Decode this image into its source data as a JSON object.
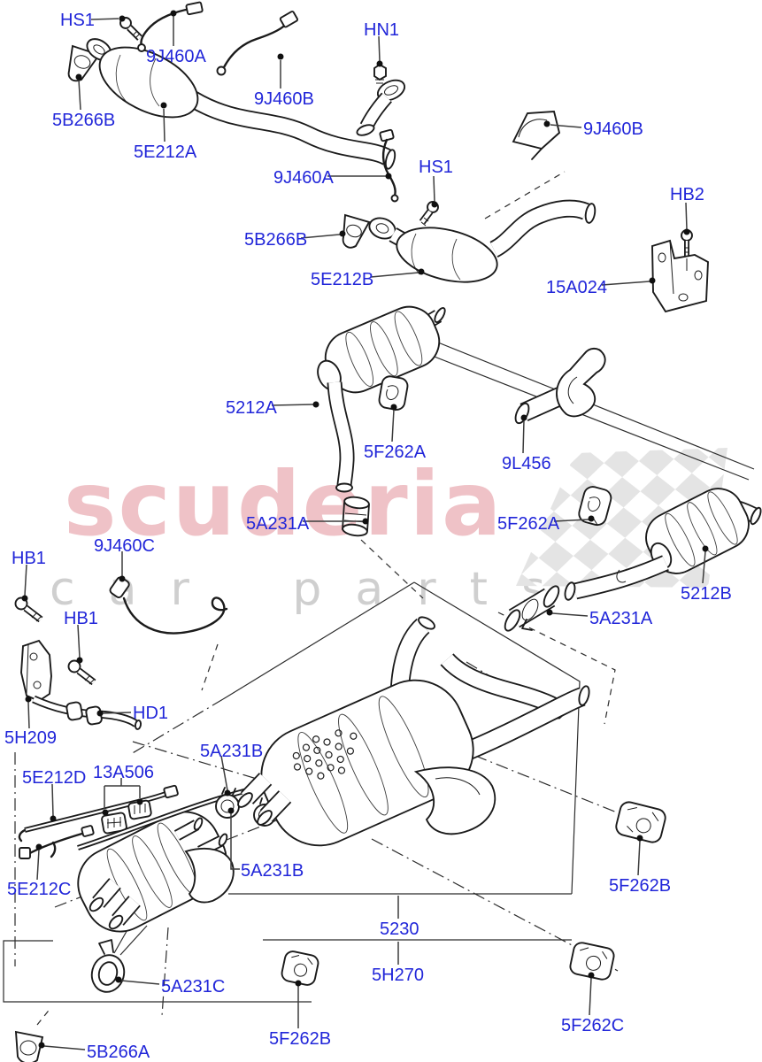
{
  "watermark": {
    "brand": "scuderia",
    "sub": "car parts"
  },
  "colors": {
    "label_blue": "#2126d9",
    "line_black": "#1b1b1b",
    "watermark_pink": "rgba(203,52,68,0.30)",
    "watermark_gray": "#cfcfcf",
    "checker_gray": "#e4e4e4",
    "background": "#ffffff"
  },
  "labels": [
    {
      "id": "hs1-front-left",
      "text": "HS1"
    },
    {
      "id": "9j460a-front-left",
      "text": "9J460A"
    },
    {
      "id": "9j460b-front-left",
      "text": "9J460B"
    },
    {
      "id": "5b266b-front-left",
      "text": "5B266B"
    },
    {
      "id": "5e212a",
      "text": "5E212A"
    },
    {
      "id": "9j460a-right",
      "text": "9J460A"
    },
    {
      "id": "hn1",
      "text": "HN1"
    },
    {
      "id": "9j460b-right",
      "text": "9J460B"
    },
    {
      "id": "hs1-right",
      "text": "HS1"
    },
    {
      "id": "hb2",
      "text": "HB2"
    },
    {
      "id": "5b266b-right",
      "text": "5B266B"
    },
    {
      "id": "5e212b",
      "text": "5E212B"
    },
    {
      "id": "15a024",
      "text": "15A024"
    },
    {
      "id": "5212a",
      "text": "5212A"
    },
    {
      "id": "5f262a-left",
      "text": "5F262A"
    },
    {
      "id": "9l456",
      "text": "9L456"
    },
    {
      "id": "5a231a-left",
      "text": "5A231A"
    },
    {
      "id": "5f262a-right",
      "text": "5F262A"
    },
    {
      "id": "5212b",
      "text": "5212B"
    },
    {
      "id": "5a231a-right",
      "text": "5A231A"
    },
    {
      "id": "hb1-upper",
      "text": "HB1"
    },
    {
      "id": "9j460c",
      "text": "9J460C"
    },
    {
      "id": "hb1-lower",
      "text": "HB1"
    },
    {
      "id": "hd1",
      "text": "HD1"
    },
    {
      "id": "5h209",
      "text": "5H209"
    },
    {
      "id": "5a231b-upper",
      "text": "5A231B"
    },
    {
      "id": "5e212d",
      "text": "5E212D"
    },
    {
      "id": "13a506",
      "text": "13A506"
    },
    {
      "id": "5e212c",
      "text": "5E212C"
    },
    {
      "id": "5a231b-lower",
      "text": "5A231B"
    },
    {
      "id": "5230",
      "text": "5230"
    },
    {
      "id": "5h270",
      "text": "5H270"
    },
    {
      "id": "5a231c",
      "text": "5A231C"
    },
    {
      "id": "5b266a",
      "text": "5B266A"
    },
    {
      "id": "5f262b-bottom",
      "text": "5F262B"
    },
    {
      "id": "5f262b-right",
      "text": "5F262B"
    },
    {
      "id": "5f262c",
      "text": "5F262C"
    }
  ]
}
